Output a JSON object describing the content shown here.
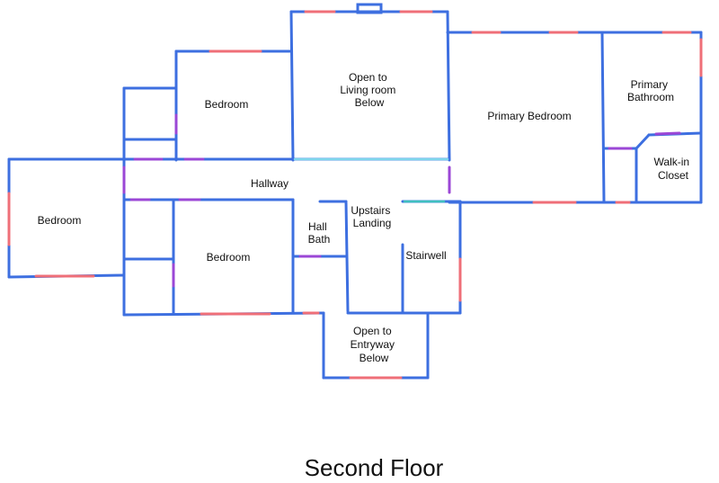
{
  "title": "Second Floor",
  "colors": {
    "wall": "#3d6fe0",
    "window": "#ef6f78",
    "door": "#9b47d6",
    "opening": "#7fd6ec",
    "landing_opening": "#3fbfbf",
    "text": "#111111",
    "background": "#ffffff"
  },
  "rooms": {
    "bedroom_top": "Bedroom",
    "open_to_living": [
      "Open to",
      "Living room",
      "Below"
    ],
    "primary_bedroom": "Primary Bedroom",
    "primary_bathroom": [
      "Primary",
      "Bathroom"
    ],
    "walk_in_closet": [
      "Walk-in",
      "Closet"
    ],
    "hallway": "Hallway",
    "bedroom_left": "Bedroom",
    "upstairs_landing": [
      "Upstairs",
      "Landing"
    ],
    "hall_bath": [
      "Hall",
      "Bath"
    ],
    "bedroom_middle": "Bedroom",
    "stairwell": "Stairwell",
    "open_to_entryway": [
      "Open to",
      "Entryway",
      "Below"
    ]
  }
}
